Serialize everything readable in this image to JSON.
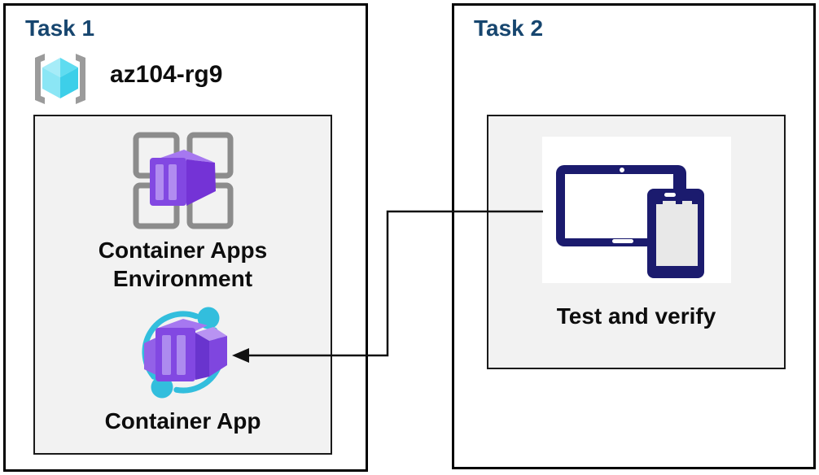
{
  "diagram": {
    "type": "azure-task-flow",
    "colors": {
      "task_title": "#17466F",
      "box_border": "#000000",
      "inner_box_bg": "#F2F2F2",
      "label_text": "#0d0d0d",
      "azure_teal": "#32BEDD",
      "azure_purple": "#7E3FDE",
      "device_navy": "#1B1B6E",
      "bracket_gray": "#9B9B9B"
    }
  },
  "task1": {
    "title": "Task 1",
    "resource_group": {
      "icon": "resource-group-icon",
      "name": "az104-rg9"
    },
    "environment": {
      "icon": "container-apps-environment-icon",
      "line1": "Container Apps",
      "line2": "Environment"
    },
    "app": {
      "icon": "container-app-icon",
      "label": "Container App"
    }
  },
  "task2": {
    "title": "Task 2",
    "node": {
      "icon": "devices-icon",
      "label": "Test and verify"
    }
  },
  "connector": {
    "style": "elbow",
    "from": "test-and-verify-node",
    "to": "container-app-node",
    "arrowhead": "points-left-at-container-app"
  }
}
